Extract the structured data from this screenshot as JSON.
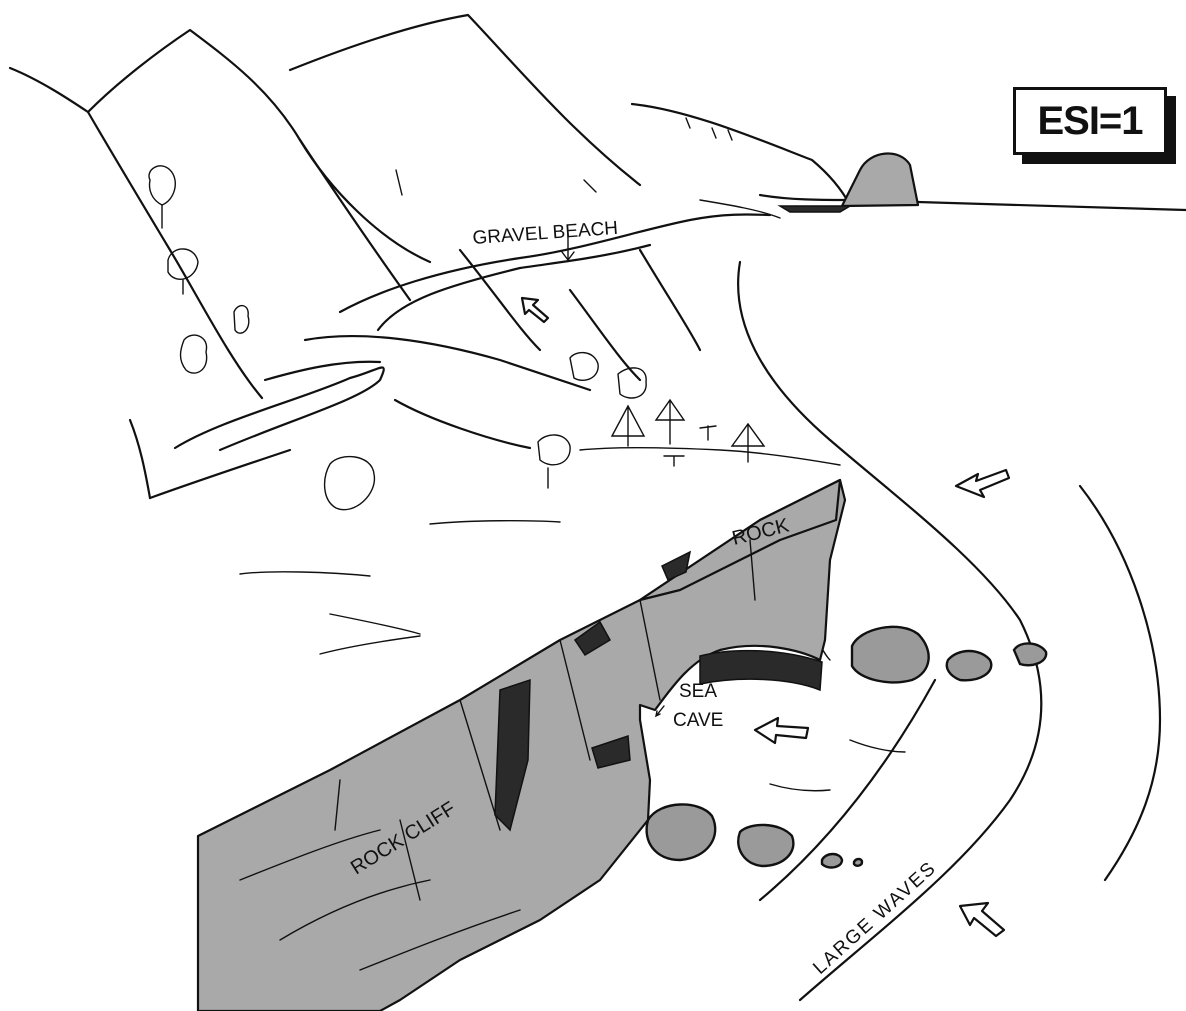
{
  "badge": {
    "text": "ESI=1"
  },
  "labels": {
    "gravel_beach": "GRAVEL BEACH",
    "rock": "ROCK",
    "sea": "SEA",
    "cave": "CAVE",
    "rock_cliff": "ROCK CLIFF",
    "large_waves": "LARGE WAVES"
  }
}
